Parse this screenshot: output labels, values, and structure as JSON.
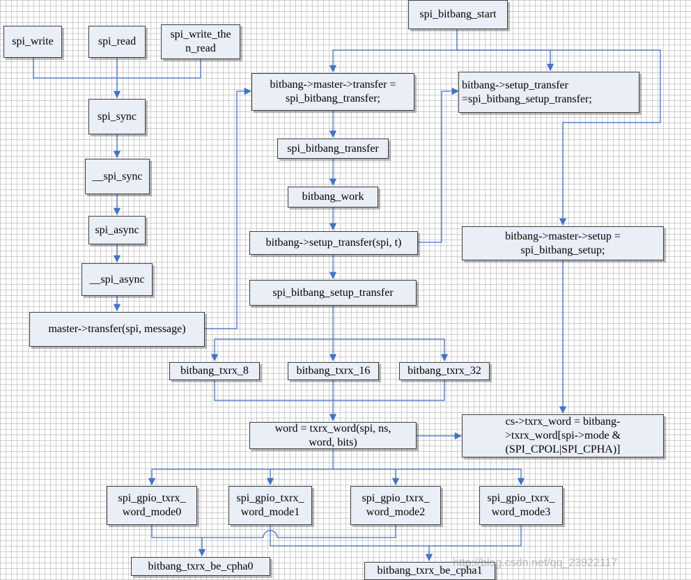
{
  "colors": {
    "edge": "#4472c4",
    "node_fill": "#e9eef7",
    "node_border": "#3c3c3c"
  },
  "nodes": {
    "spi_write": "spi_write",
    "spi_read": "spi_read",
    "spi_write_then_read": "spi_write_the\nn_read",
    "spi_sync": "spi_sync",
    "__spi_sync": "__spi_sync",
    "spi_async": "spi_async",
    "__spi_async": "__spi_async",
    "master_transfer": "master->transfer(spi, message)",
    "spi_bitbang_start": "spi_bitbang_start",
    "bitbang_master_transfer": "bitbang->master->transfer =\nspi_bitbang_transfer;",
    "bitbang_setup_transfer_assign": "bitbang->setup_transfer\n=spi_bitbang_setup_transfer;",
    "spi_bitbang_transfer": "spi_bitbang_transfer",
    "bitbang_work": "bitbang_work",
    "bitbang_setup_transfer_call": "bitbang->setup_transfer(spi, t)",
    "bitbang_master_setup": "bitbang->master->setup =\nspi_bitbang_setup;",
    "spi_bitbang_setup_transfer": "spi_bitbang_setup_transfer",
    "bitbang_txrx_8": "bitbang_txrx_8",
    "bitbang_txrx_16": "bitbang_txrx_16",
    "bitbang_txrx_32": "bitbang_txrx_32",
    "word_txrx_word": "word = txrx_word(spi, ns,\nword, bits)",
    "cs_txrx_word": "cs->txrx_word = bitbang-\n>txrx_word[spi->mode &\n(SPI_CPOL|SPI_CPHA)]",
    "spi_gpio_txrx_word_mode0": "spi_gpio_txrx_\nword_mode0",
    "spi_gpio_txrx_word_mode1": "spi_gpio_txrx_\nword_mode1",
    "spi_gpio_txrx_word_mode2": "spi_gpio_txrx_\nword_mode2",
    "spi_gpio_txrx_word_mode3": "spi_gpio_txrx_\nword_mode3",
    "bitbang_txrx_be_cpha0": "bitbang_txrx_be_cpha0",
    "bitbang_txrx_be_cpha1": "bitbang_txrx_be_cpha1"
  },
  "watermark": "http://blog.csdn.net/qq_23922117"
}
